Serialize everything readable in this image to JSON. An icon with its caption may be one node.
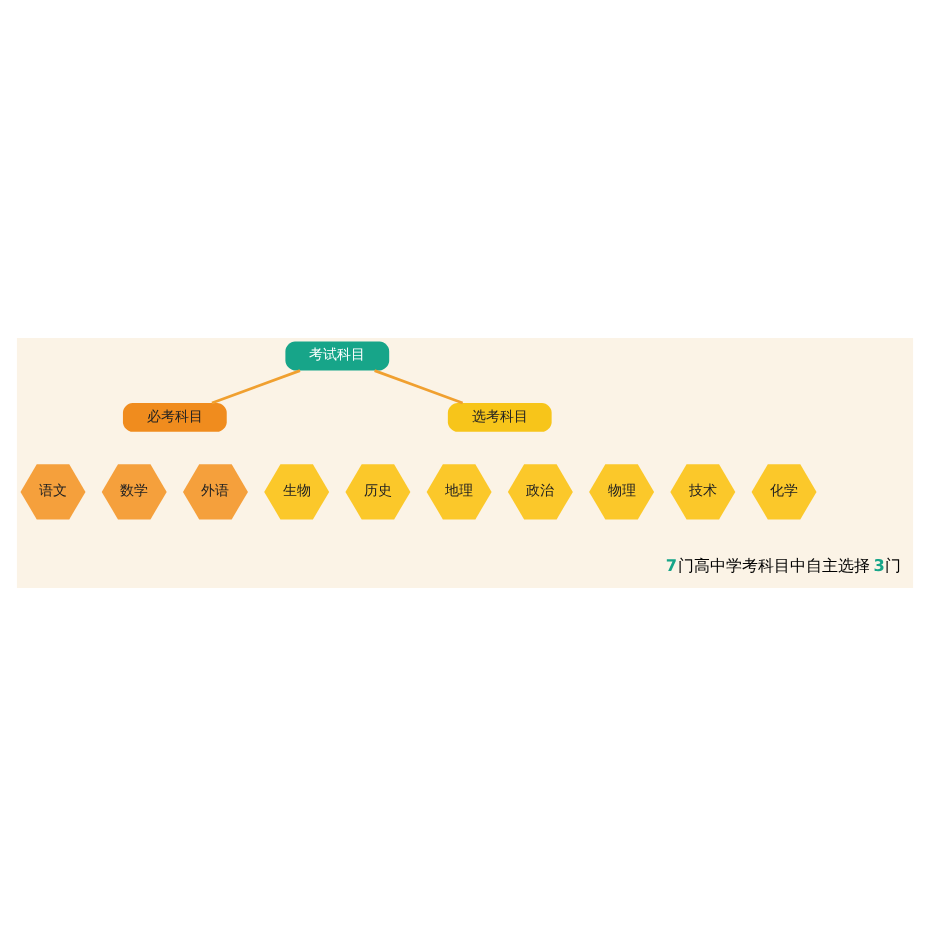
{
  "diagram": {
    "nodes": [
      {
        "text": [
          "考试科目"
        ]
      },
      {
        "text": [
          "必考科目"
        ]
      },
      {
        "text": [
          "选考科目"
        ]
      },
      {
        "text": [
          "语文"
        ]
      },
      {
        "text": [
          "数学"
        ]
      },
      {
        "text": [
          "外语"
        ]
      },
      {
        "text": [
          "生物"
        ]
      },
      {
        "text": [
          "历史"
        ]
      },
      {
        "text": [
          "地理"
        ]
      },
      {
        "text": [
          "政治"
        ]
      },
      {
        "text": [
          "物理"
        ]
      },
      {
        "text": [
          "技术"
        ]
      },
      {
        "text": [
          "化学"
        ]
      }
    ],
    "edges": [
      {
        "from": 0,
        "to": 1,
        "arrow": "none"
      },
      {
        "from": 0,
        "to": 2,
        "arrow": "none"
      }
    ],
    "labels": [
      "7门高中学考科目中自主选择3门"
    ]
  }
}
